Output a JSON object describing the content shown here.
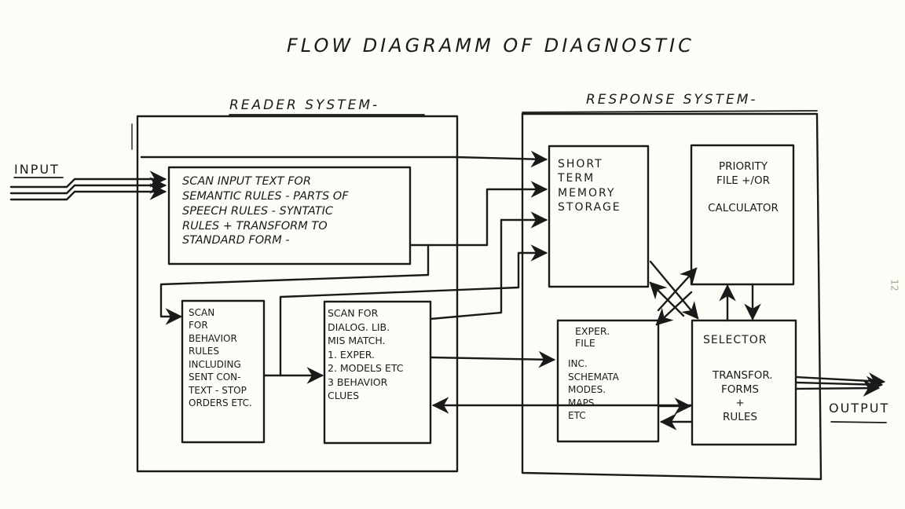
{
  "title": "Flow Diagramm of Diagnostic",
  "page_number": "12",
  "io": {
    "input_label": "INPUT",
    "output_label": "OUTPUT"
  },
  "systems": {
    "reader": {
      "label": "Reader System-",
      "boxes": {
        "scan_input": "Scan input text for\nsemantic rules - parts of\nspeech rules - syntatic\nrules + transform to\nstandard form -",
        "scan_behavior": "Scan\nfor\nbehavior\nrules\nincluding\nsent con-\ntext - stop\norders etc.",
        "scan_dialog": "Scan for\ndialog. lib.\nmis match.\n1. Exper.\n2. Models etc\n3 Behavior\n   clues"
      }
    },
    "response": {
      "label": "Response System-",
      "boxes": {
        "short_term_memory": "Short\nterm\nmemory\nstorage",
        "priority_file": "Priority\nfile +/or\n\ncalculator",
        "exper_file_title": "Exper.\nfile",
        "exper_file_body": "inc.\nschemata\nmodes.\nmaps.\netc",
        "selector_title": "Selector",
        "selector_body": "Transfor.\nforms\n+\nrules"
      }
    }
  },
  "colors": {
    "ink": "#1a1a1a",
    "paper": "#fdfdf8",
    "page_number": "#a8a890"
  }
}
